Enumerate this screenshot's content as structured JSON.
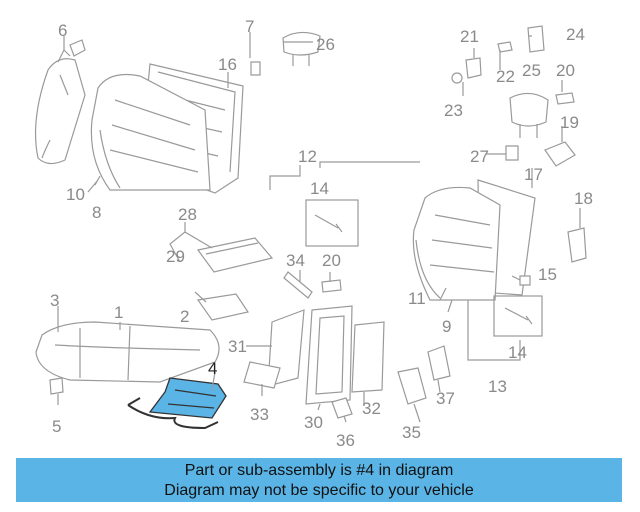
{
  "labels": {
    "p1": "1",
    "p2": "2",
    "p3": "3",
    "p4": "4",
    "p5": "5",
    "p6": "6",
    "p7": "7",
    "p8": "8",
    "p9": "9",
    "p10": "10",
    "p11": "11",
    "p12": "12",
    "p13": "13",
    "p14a": "14",
    "p14b": "14",
    "p15": "15",
    "p16": "16",
    "p17": "17",
    "p18": "18",
    "p19": "19",
    "p20a": "20",
    "p20b": "20",
    "p21": "21",
    "p22": "22",
    "p23": "23",
    "p24": "24",
    "p25": "25",
    "p26": "26",
    "p27": "27",
    "p28": "28",
    "p29": "29",
    "p30": "30",
    "p31": "31",
    "p32": "32",
    "p33": "33",
    "p34": "34",
    "p35": "35",
    "p36": "36",
    "p37": "37"
  },
  "highlight": {
    "part": "4",
    "color": "#5ab4e6"
  },
  "banner": {
    "line1": "Part or sub-assembly is #4 in diagram",
    "line2": "Diagram may not be specific to your vehicle"
  }
}
